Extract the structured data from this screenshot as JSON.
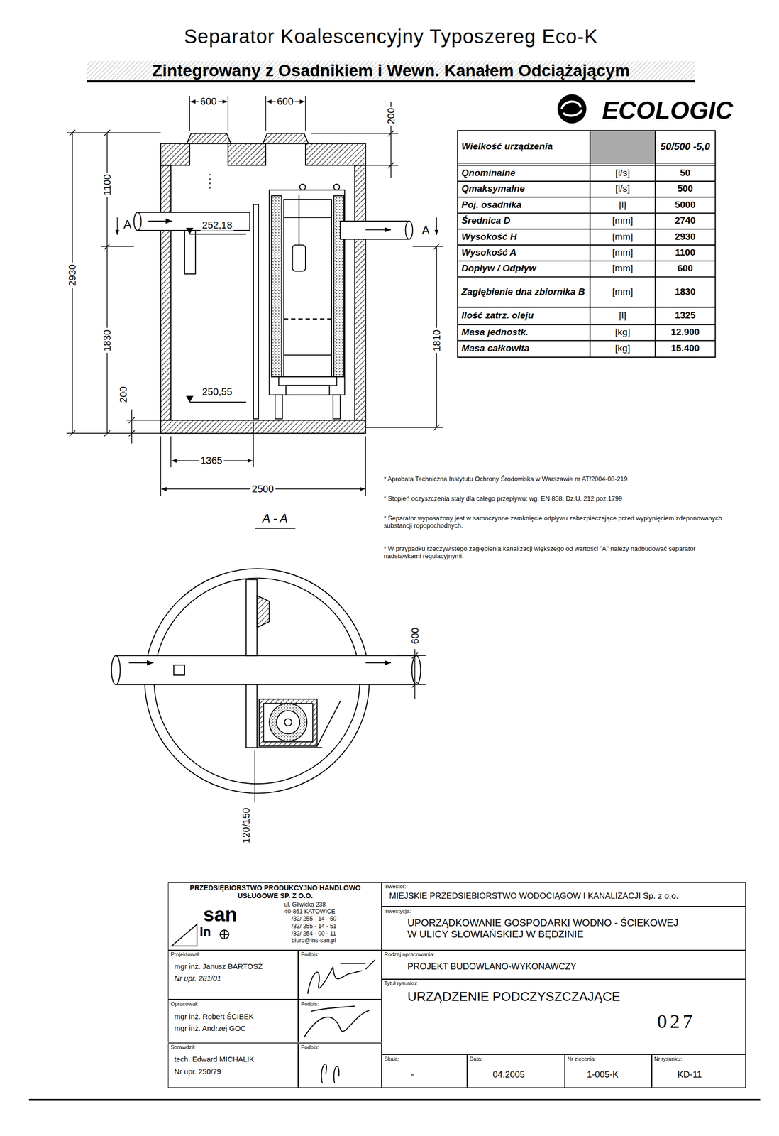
{
  "diagram": {
    "title": "Separator Koalescencyjny Typoszereg Eco-K",
    "nodes": [
      {
        "text": [
          "PRZEDSIĘBIORSTWO PRODUKCYJNO HANDLOWO USŁUGOWE SP. Z O.O.",
          "ul. Gliwicka 238",
          "40-861 KATOWICE",
          "/32/ 255 - 14 - 50",
          "/32/ 255 - 14 - 51",
          "/32/ 254 - 00 - 11",
          "biuro@ins-san.pl",
          "san",
          "In"
        ]
      },
      {
        "text": [
          "Inwestor:",
          "MIEJSKIE PRZEDSIĘBIORSTWO WODOCIĄGÓW I KANALIZACJI Sp. z o.o."
        ]
      },
      {
        "text": [
          "Inwestycja:",
          "UPORZĄDKOWANIE GOSPODARKI WODNO - ŚCIEKOWEJ W ULICY SŁOWIAŃSKIEJ W BĘDZINIE"
        ]
      },
      {
        "text": [
          "Projektował:",
          "mgr inż. Janusz BARTOSZ",
          "Nr upr. 281/01"
        ]
      },
      {
        "text": [
          "Podpis:"
        ]
      },
      {
        "text": [
          "Rodzaj opracowania:",
          "PROJEKT BUDOWLANO-WYKONAWCZY"
        ]
      },
      {
        "text": [
          "Opracował:",
          "mgr inż. Robert ŚCIBEK",
          "mgr inż. Andrzej GOC"
        ]
      },
      {
        "text": [
          "Podpis:"
        ]
      },
      {
        "text": [
          "Tytuł rysunku:",
          "URZĄDZENIE PODCZYSZCZAJĄCE",
          "027"
        ]
      },
      {
        "text": [
          "Sprawdził:",
          "tech. Edward MICHALIK",
          "Nr upr. 250/79"
        ]
      },
      {
        "text": [
          "Podpis:"
        ]
      },
      {
        "text": [
          "Skala:",
          "-"
        ]
      },
      {
        "text": [
          "Data:",
          "04.2005"
        ]
      },
      {
        "text": [
          "Nr zlecenia:",
          "1-005-K"
        ]
      },
      {
        "text": [
          "Nr rysunku:",
          "KD-11"
        ]
      }
    ],
    "labels": [
      "Zintegrowany z Osadnikiem i Wewn. Kanałem Odciążającym",
      "ECOLOGIC",
      "600",
      "600",
      "200",
      "2930",
      "1100",
      "A",
      "252,18",
      "1830",
      "1810",
      "200",
      "250,55",
      "A",
      "1365",
      "2500",
      "A - A",
      "600",
      "120/150",
      "Wielkość urządzenia",
      "50/500 -5,0",
      "Qnominalne",
      "[l/s]",
      "50",
      "Qmaksymalne",
      "[l/s]",
      "500",
      "Poj. osadnika",
      "[l]",
      "5000",
      "Średnica D",
      "[mm]",
      "2740",
      "Wysokość H",
      "[mm]",
      "2930",
      "Wysokość A",
      "[mm]",
      "1100",
      "Dopływ / Odpływ",
      "[mm]",
      "600",
      "Zagłębienie dna zbiornika B",
      "[mm]",
      "1830",
      "Ilość zatrz. oleju",
      "[l]",
      "1325",
      "Masa jednostk.",
      "[kg]",
      "12.900",
      "Masa całkowita",
      "[kg]",
      "15.400",
      "* Aprobata Techniczna Instytutu Ochrony Środowiska w Warszawie nr AT/2004-08-219",
      "* Stopień oczyszczenia stały dla całego przepływu: wg. EN 858, Dz.U. 212 poz.1799",
      "* Separator wyposażony jest w samoczynne zamknięcie odpływu zabezpieczające przed wypłynięciem zdeponowanych substancji ropopochodnych.",
      "* W przypadku rzeczywistego zagłębienia kanalizacji większego od wartości \"A\" należy nadbudować separator nadstawkami regulacyjnymi."
    ]
  }
}
